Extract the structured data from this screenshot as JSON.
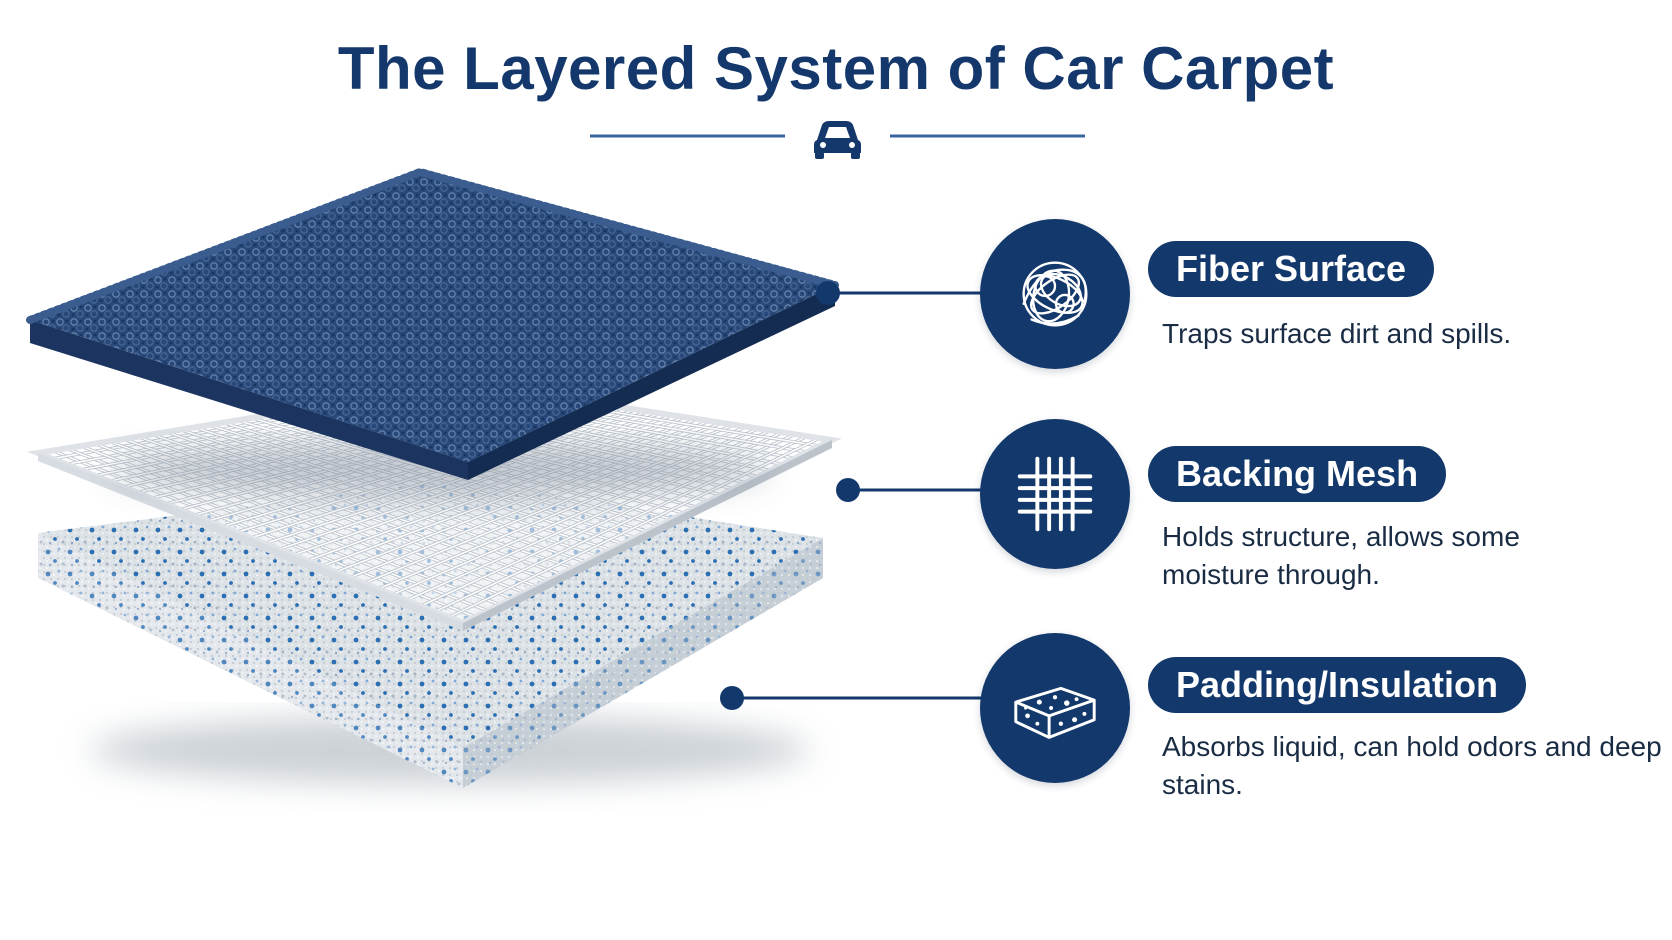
{
  "title": "The Layered System of Car Carpet",
  "title_icon": "car-icon",
  "colors": {
    "navy": "#13386b",
    "title": "#14386b",
    "rule": "#3a64a0",
    "text": "#1a2c44",
    "fiber": "#2a4a7c",
    "mesh": "#f3f5f7",
    "foam": "#dde2e7",
    "foam_fleck": "#2b6fb3"
  },
  "layers": [
    {
      "name": "Fiber Surface",
      "description": "Traps surface dirt and spills.",
      "icon": "fiber-tangle-icon"
    },
    {
      "name": "Backing Mesh",
      "description": "Holds structure, allows some moisture through.",
      "icon": "mesh-grid-icon"
    },
    {
      "name": "Padding/Insulation",
      "description": "Absorbs liquid, can hold odors and deep stains.",
      "icon": "foam-block-icon"
    }
  ]
}
